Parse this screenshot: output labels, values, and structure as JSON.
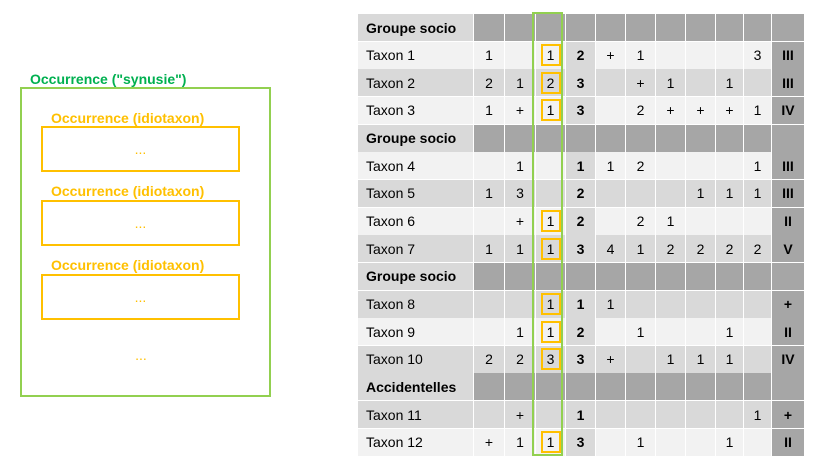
{
  "colors": {
    "synusie": "#00B050",
    "synusie_border": "#92D050",
    "idiotaxon": "#FFC000",
    "group_row_bg": "#D9D9D9",
    "group_cell_bg": "#A6A6A6",
    "row_bg_a": "#F2F2F2",
    "row_bg_b": "#D9D9D9"
  },
  "diagram": {
    "synusie_label": "Occurrence (\"synusie\")",
    "idiotaxon_label": "Occurrence (idiotaxon)",
    "ellipsis": "..."
  },
  "table": {
    "rows": [
      {
        "type": "group",
        "label": "Groupe socio"
      },
      {
        "type": "taxon",
        "label": "Taxon 1",
        "cells": [
          "1",
          "",
          "1",
          "2",
          "+",
          "1",
          "",
          "",
          "",
          "3",
          "III"
        ],
        "occ": true
      },
      {
        "type": "taxon",
        "label": "Taxon 2",
        "cells": [
          "2",
          "1",
          "2",
          "3",
          "",
          "+",
          "1",
          "",
          "1",
          "",
          "III"
        ],
        "occ": true
      },
      {
        "type": "taxon",
        "label": "Taxon 3",
        "cells": [
          "1",
          "+",
          "1",
          "3",
          "",
          "2",
          "+",
          "+",
          "+",
          "1",
          "IV"
        ],
        "occ": true
      },
      {
        "type": "group",
        "label": "Groupe socio"
      },
      {
        "type": "taxon",
        "label": "Taxon 4",
        "cells": [
          "",
          "1",
          "",
          "1",
          "1",
          "2",
          "",
          "",
          "",
          "1",
          "III"
        ],
        "occ": false
      },
      {
        "type": "taxon",
        "label": "Taxon 5",
        "cells": [
          "1",
          "3",
          "",
          "2",
          "",
          "",
          "",
          "1",
          "1",
          "1",
          "III"
        ],
        "occ": false
      },
      {
        "type": "taxon",
        "label": "Taxon 6",
        "cells": [
          "",
          "+",
          "1",
          "2",
          "",
          "2",
          "1",
          "",
          "",
          "",
          "II"
        ],
        "occ": true
      },
      {
        "type": "taxon",
        "label": "Taxon 7",
        "cells": [
          "1",
          "1",
          "1",
          "3",
          "4",
          "1",
          "2",
          "2",
          "2",
          "2",
          "V"
        ],
        "occ": true
      },
      {
        "type": "group",
        "label": "Groupe socio"
      },
      {
        "type": "taxon",
        "label": "Taxon 8",
        "cells": [
          "",
          "",
          "1",
          "1",
          "1",
          "",
          "",
          "",
          "",
          "",
          "+"
        ],
        "occ": true
      },
      {
        "type": "taxon",
        "label": "Taxon 9",
        "cells": [
          "",
          "1",
          "1",
          "2",
          "",
          "1",
          "",
          "",
          "1",
          "",
          "II"
        ],
        "occ": true
      },
      {
        "type": "taxon",
        "label": "Taxon 10",
        "cells": [
          "2",
          "2",
          "3",
          "3",
          "+",
          "",
          "1",
          "1",
          "1",
          "",
          "IV"
        ],
        "occ": true
      },
      {
        "type": "group",
        "label": "Accidentelles"
      },
      {
        "type": "taxon",
        "label": "Taxon 11",
        "cells": [
          "",
          "+",
          "",
          "1",
          "",
          "",
          "",
          "",
          "",
          "1",
          "+"
        ],
        "occ": false
      },
      {
        "type": "taxon",
        "label": "Taxon 12",
        "cells": [
          "+",
          "1",
          "1",
          "3",
          "",
          "1",
          "",
          "",
          "1",
          "",
          "II"
        ],
        "occ": true
      }
    ]
  }
}
